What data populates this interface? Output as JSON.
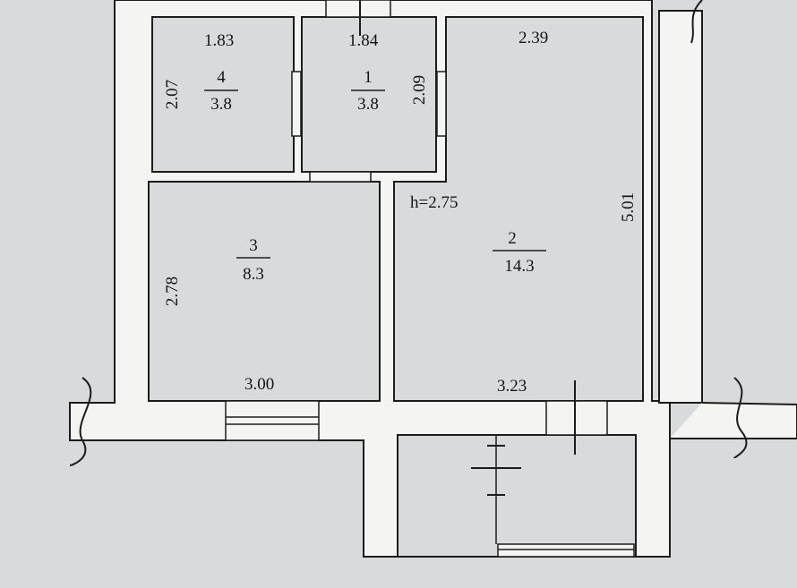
{
  "rooms": [
    {
      "number": "4",
      "area": "3.8",
      "width_label": "1.83",
      "height_label": "2.07"
    },
    {
      "number": "1",
      "area": "3.8",
      "width_label": "1.84",
      "height_label": "2.09"
    },
    {
      "number": "3",
      "area": "8.3",
      "width_label": "3.00",
      "height_label": "2.78"
    },
    {
      "number": "2",
      "area": "14.3",
      "width_label": "3.23",
      "top_label": "2.39",
      "height_label": "5.01"
    }
  ],
  "ceiling_height": "h=2.75",
  "colors": {
    "paper": "#d9dadb",
    "wall": "#f4f4f3",
    "line": "#1c1c1c"
  }
}
